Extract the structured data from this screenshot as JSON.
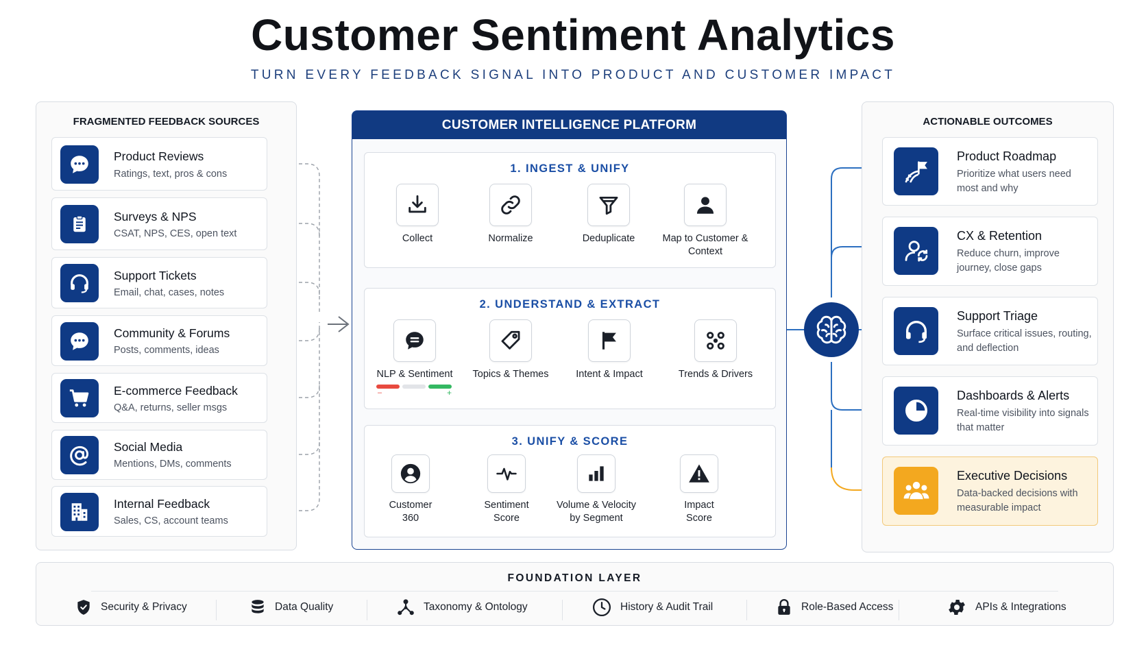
{
  "header": {
    "title": "Customer Sentiment Analytics",
    "subtitle": "TURN EVERY FEEDBACK SIGNAL INTO PRODUCT AND CUSTOMER IMPACT"
  },
  "sources": {
    "heading": "FRAGMENTED FEEDBACK SOURCES",
    "items": [
      {
        "title": "Product Reviews",
        "desc": "Ratings, text, pros & cons",
        "icon": "chat-bubble-icon"
      },
      {
        "title": "Surveys & NPS",
        "desc": "CSAT, NPS, CES, open text",
        "icon": "clipboard-icon"
      },
      {
        "title": "Support Tickets",
        "desc": "Email, chat, cases, notes",
        "icon": "headset-icon"
      },
      {
        "title": "Community & Forums",
        "desc": "Posts, comments, ideas",
        "icon": "chat-bubble-icon"
      },
      {
        "title": "E-commerce Feedback",
        "desc": "Q&A, returns, seller msgs",
        "icon": "shopping-cart-icon"
      },
      {
        "title": "Social Media",
        "desc": "Mentions, DMs, comments",
        "icon": "at-sign-icon"
      },
      {
        "title": "Internal Feedback",
        "desc": "Sales, CS, account teams",
        "icon": "building-icon"
      }
    ]
  },
  "platform": {
    "heading": "CUSTOMER INTELLIGENCE PLATFORM",
    "stages": [
      {
        "title": "1. INGEST & UNIFY",
        "steps": [
          {
            "label": "Collect",
            "icon": "download-icon"
          },
          {
            "label": "Normalize",
            "icon": "link-icon"
          },
          {
            "label": "Deduplicate",
            "icon": "funnel-icon"
          },
          {
            "label": "Map to Customer & Context",
            "icon": "person-icon"
          }
        ]
      },
      {
        "title": "2. UNDERSTAND & EXTRACT",
        "steps": [
          {
            "label": "NLP & Sentiment",
            "icon": "message-icon"
          },
          {
            "label": "Topics & Themes",
            "icon": "tag-icon"
          },
          {
            "label": "Intent & Impact",
            "icon": "flag-icon"
          },
          {
            "label": "Trends & Drivers",
            "icon": "nodes-icon"
          }
        ]
      },
      {
        "title": "3. UNIFY & SCORE",
        "steps": [
          {
            "label": "Customer 360",
            "icon": "user-circle-icon"
          },
          {
            "label": "Sentiment Score",
            "icon": "pulse-icon"
          },
          {
            "label": "Volume & Velocity by Segment",
            "icon": "bar-chart-icon"
          },
          {
            "label": "Impact Score",
            "icon": "warning-icon"
          }
        ]
      }
    ],
    "sentiment_meter": {
      "neg": "–",
      "pos": "+",
      "neg_color": "#e84a3f",
      "mid_color": "#e2e4e8",
      "pos_color": "#34b862"
    }
  },
  "outcomes": {
    "heading": "ACTIONABLE OUTCOMES",
    "items": [
      {
        "title": "Product Roadmap",
        "desc": "Prioritize what users need most and why",
        "icon": "roadmap-flag-icon"
      },
      {
        "title": "CX & Retention",
        "desc": "Reduce churn, improve journey, close gaps",
        "icon": "user-refresh-icon"
      },
      {
        "title": "Support Triage",
        "desc": "Surface critical issues, routing, and deflection",
        "icon": "headset-icon"
      },
      {
        "title": "Dashboards & Alerts",
        "desc": "Real-time visibility into signals that matter",
        "icon": "pie-chart-icon"
      },
      {
        "title": "Executive Decisions",
        "desc": "Data-backed decisions with measurable impact",
        "icon": "team-icon"
      }
    ],
    "hub_icon": "brain-icon",
    "colors": {
      "brand": "#0f3a85",
      "accent_blue": "#2c6fc0",
      "gold": "#f3a81f"
    }
  },
  "foundation": {
    "heading": "FOUNDATION LAYER",
    "items": [
      {
        "label": "Security & Privacy",
        "icon": "shield-icon"
      },
      {
        "label": "Data Quality",
        "icon": "database-icon"
      },
      {
        "label": "Taxonomy & Ontology",
        "icon": "hierarchy-icon"
      },
      {
        "label": "History & Audit Trail",
        "icon": "clock-icon"
      },
      {
        "label": "Role-Based Access",
        "icon": "lock-icon"
      },
      {
        "label": "APIs & Integrations",
        "icon": "gear-icon"
      }
    ]
  }
}
